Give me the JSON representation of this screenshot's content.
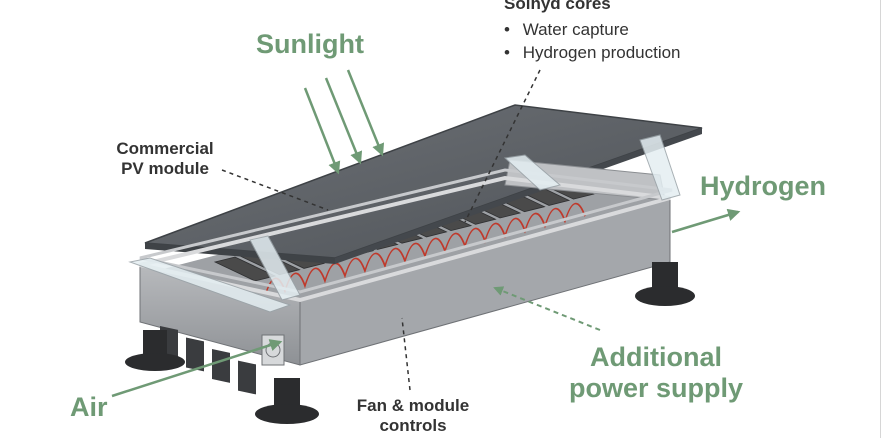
{
  "labels": {
    "sunlight": "Sunlight",
    "cores_title": "Solhyd cores",
    "cores_items": [
      "Water capture",
      "Hydrogen production"
    ],
    "pv_line1": "Commercial",
    "pv_line2": "PV module",
    "hydrogen": "Hydrogen",
    "additional_line1": "Additional",
    "additional_line2": "power supply",
    "air": "Air",
    "fan_line1": "Fan & module",
    "fan_line2": "controls"
  },
  "colors": {
    "green": "#6f9a75",
    "dark_text": "#333333",
    "panel": "#5d6166",
    "frame": "#a9abae",
    "frame_dark": "#7b7e82",
    "core": "#4a4a4a",
    "coil": "#c0392b"
  }
}
